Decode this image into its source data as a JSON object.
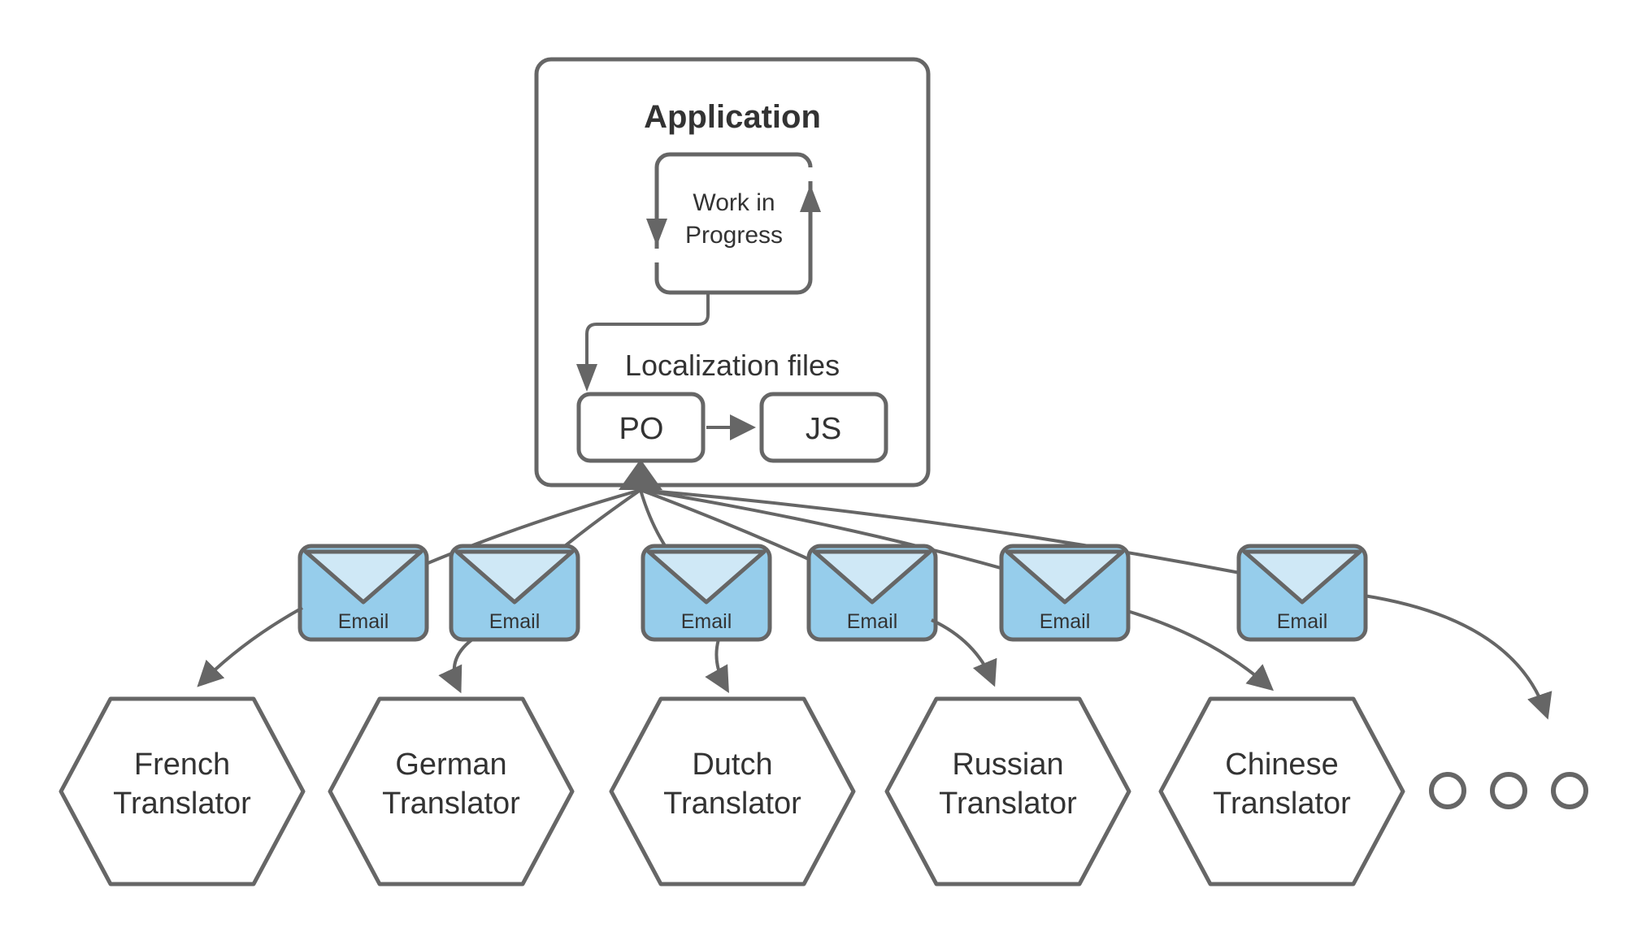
{
  "diagram": {
    "application": {
      "title": "Application",
      "wip_line1": "Work in",
      "wip_line2": "Progress",
      "localization_label": "Localization files",
      "po_label": "PO",
      "js_label": "JS"
    },
    "emails": [
      {
        "label": "Email"
      },
      {
        "label": "Email"
      },
      {
        "label": "Email"
      },
      {
        "label": "Email"
      },
      {
        "label": "Email"
      },
      {
        "label": "Email"
      }
    ],
    "translators": [
      {
        "line1": "French",
        "line2": "Translator"
      },
      {
        "line1": "German",
        "line2": "Translator"
      },
      {
        "line1": "Dutch",
        "line2": "Translator"
      },
      {
        "line1": "Russian",
        "line2": "Translator"
      },
      {
        "line1": "Chinese",
        "line2": "Translator"
      }
    ],
    "ellipsis_dot_count": 3,
    "colors": {
      "stroke": "#666666",
      "text": "#333333",
      "envelope_body": "#96cdeb",
      "envelope_flap": "#cfe8f6",
      "background": "#ffffff"
    }
  }
}
